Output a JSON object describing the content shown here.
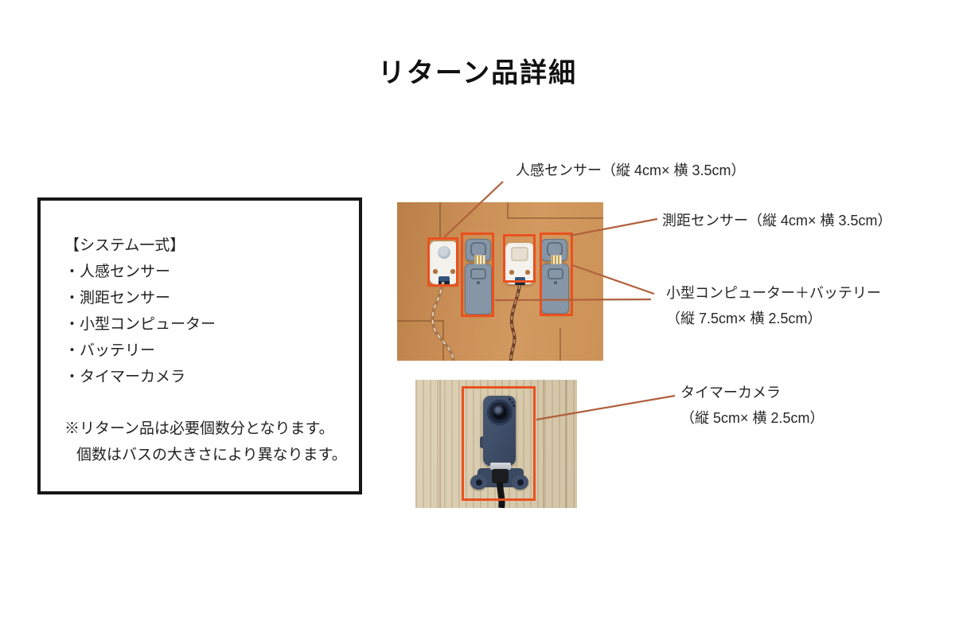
{
  "title": "リターン品詳細",
  "info_box": {
    "heading": "【システム一式】",
    "items": [
      "・人感センサー",
      "・測距センサー",
      "・小型コンピューター",
      "・バッテリー",
      "・タイマーカメラ"
    ],
    "note_line1": "※リターン品は必要個数分となります。",
    "note_line2": "個数はバスの大きさにより異なります。"
  },
  "annotations": {
    "motion_sensor": "人感センサー（縦 4cm× 横 3.5cm）",
    "distance_sensor": "測距センサー（縦 4cm× 横 3.5cm）",
    "computer_battery_line1": "小型コンピューター＋バッテリー",
    "computer_battery_line2": "（縦 7.5cm× 横 2.5cm）",
    "timer_camera_line1": "タイマーカメラ",
    "timer_camera_line2": "（縦 5cm× 横 2.5cm）"
  },
  "colors": {
    "highlight_box": "#e9511f",
    "leader_line": "#b0613c",
    "box_border": "#161616",
    "text": "#1a1a1a"
  }
}
